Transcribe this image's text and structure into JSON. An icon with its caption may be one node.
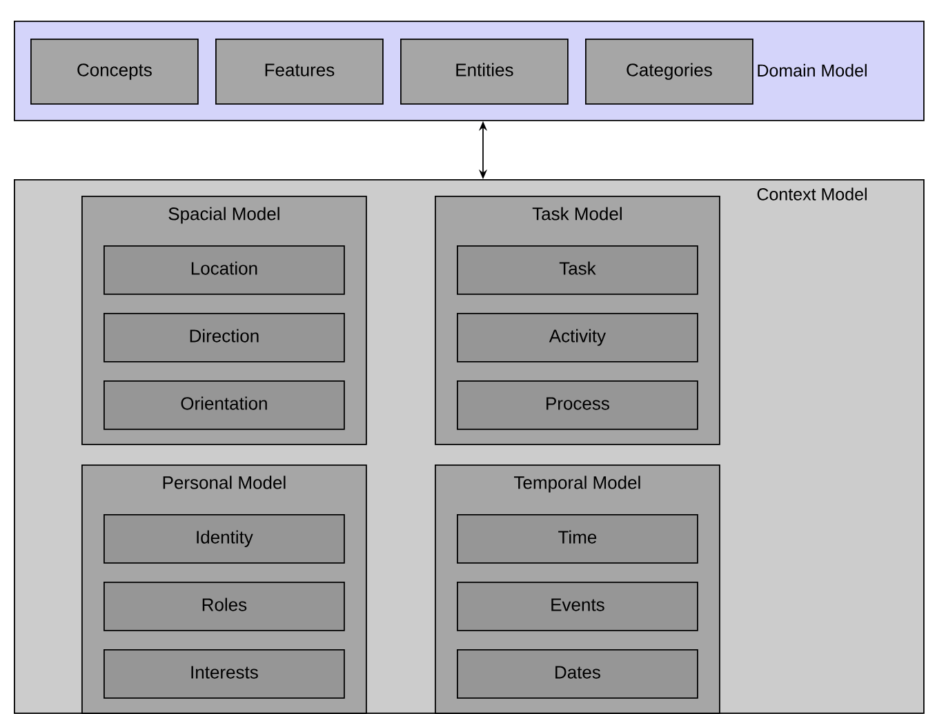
{
  "diagram": {
    "nodes": [
      {
        "text": [
          "Domain Model"
        ]
      },
      {
        "text": [
          "Concepts"
        ],
        "in": 0
      },
      {
        "text": [
          "Features"
        ],
        "in": 0
      },
      {
        "text": [
          "Entities"
        ],
        "in": 0
      },
      {
        "text": [
          "Categories"
        ],
        "in": 0
      },
      {
        "text": [
          "Context Model"
        ]
      },
      {
        "text": [
          "Spacial Model"
        ],
        "in": 5
      },
      {
        "text": [
          "Location"
        ],
        "in": 6
      },
      {
        "text": [
          "Direction"
        ],
        "in": 6
      },
      {
        "text": [
          "Orientation"
        ],
        "in": 6
      },
      {
        "text": [
          "Task Model"
        ],
        "in": 5
      },
      {
        "text": [
          "Task"
        ],
        "in": 10
      },
      {
        "text": [
          "Activity"
        ],
        "in": 10
      },
      {
        "text": [
          "Process"
        ],
        "in": 10
      },
      {
        "text": [
          "Personal Model"
        ],
        "in": 5
      },
      {
        "text": [
          "Identity"
        ],
        "in": 14
      },
      {
        "text": [
          "Roles"
        ],
        "in": 14
      },
      {
        "text": [
          "Interests"
        ],
        "in": 14
      },
      {
        "text": [
          "Temporal Model"
        ],
        "in": 5
      },
      {
        "text": [
          "Time"
        ],
        "in": 18
      },
      {
        "text": [
          "Events"
        ],
        "in": 18
      },
      {
        "text": [
          "Dates"
        ],
        "in": 18
      }
    ],
    "edges": [
      {
        "from": 0,
        "to": 5,
        "arrow": "both"
      }
    ]
  }
}
